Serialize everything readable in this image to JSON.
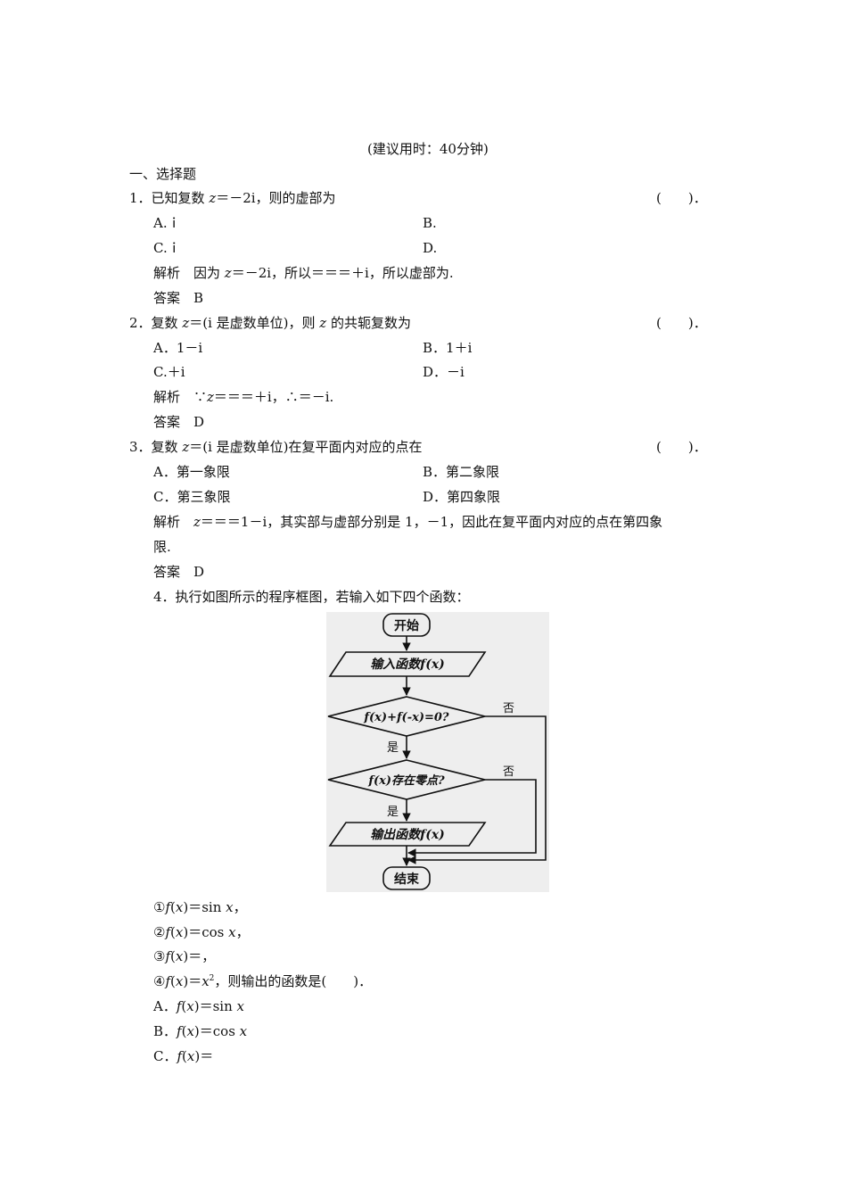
{
  "header": {
    "time_note": "(建议用时：40分钟)"
  },
  "section": {
    "title": "一、选择题"
  },
  "q1": {
    "stem_a": "1．已知复数 ",
    "var_z": "z",
    "stem_b": "＝－2i，则的虚部为",
    "paren": "(　　)．",
    "opt_a": "A.ｉ",
    "opt_b": "B.",
    "opt_c": "C.ｉ",
    "opt_d": "D.",
    "analysis_a": "解析　因为 ",
    "analysis_z": "z",
    "analysis_b": "＝－2i，所以＝＝＝＋i，所以虚部为.",
    "answer": "答案　B"
  },
  "q2": {
    "stem_a": "2．复数 ",
    "var_z": "z",
    "stem_b": "＝(i 是虚数单位)，则 ",
    "var_z2": "z",
    "stem_c": " 的共轭复数为",
    "paren": "(　　)．",
    "opt_a": "A．1－i",
    "opt_b": "B．1＋i",
    "opt_c": "C.＋i",
    "opt_d": "D．－i",
    "analysis_a": "解析　∵",
    "analysis_z": "z",
    "analysis_b": "＝＝＝＋i，∴＝－i.",
    "answer": "答案　D"
  },
  "q3": {
    "stem_a": "3．复数 ",
    "var_z": "z",
    "stem_b": "＝(i 是虚数单位)在复平面内对应的点在",
    "paren": "(　　)．",
    "opt_a": "A．第一象限",
    "opt_b": "B．第二象限",
    "opt_c": "C．第三象限",
    "opt_d": "D．第四象限",
    "analysis_a": "解析　",
    "analysis_z": "z",
    "analysis_b": "＝＝＝1－i，其实部与虚部分别是 1，－1，因此在复平面内对应的点在第四象",
    "analysis_c": "限.",
    "answer": "答案　D"
  },
  "q4": {
    "stem": "4．执行如图所示的程序框图，若输入如下四个函数：",
    "flowchart": {
      "start": "开始",
      "input": "输入函数f(x)",
      "cond1": "f(x)+f(-x)=0?",
      "cond2": "f(x)存在零点?",
      "output": "输出函数f(x)",
      "end": "结束",
      "yes1": "是",
      "no1": "否",
      "yes2": "是",
      "no2": "否"
    },
    "f1_a": "①",
    "f1_f": "f",
    "f1_b": "(",
    "f1_x": "x",
    "f1_c": ")＝sin ",
    "f1_x2": "x",
    "f1_d": "，",
    "f2_a": "②",
    "f2_f": "f",
    "f2_b": "(",
    "f2_x": "x",
    "f2_c": ")＝cos ",
    "f2_x2": "x",
    "f2_d": "，",
    "f3_a": "③",
    "f3_f": "f",
    "f3_b": "(",
    "f3_x": "x",
    "f3_c": ")＝，",
    "f4_a": "④",
    "f4_f": "f",
    "f4_b": "(",
    "f4_x": "x",
    "f4_c": ")＝",
    "f4_x2": "x",
    "f4_exp": "2",
    "f4_d": "，则输出的函数是(　　)．",
    "oa_a": "A．",
    "oa_f": "f",
    "oa_b": "(",
    "oa_x": "x",
    "oa_c": ")＝sin ",
    "oa_x2": "x",
    "ob_a": "B．",
    "ob_f": "f",
    "ob_b": "(",
    "ob_x": "x",
    "ob_c": ")＝cos ",
    "ob_x2": "x",
    "oc_a": "C．",
    "oc_f": "f",
    "oc_b": "(",
    "oc_x": "x",
    "oc_c": ")＝"
  }
}
